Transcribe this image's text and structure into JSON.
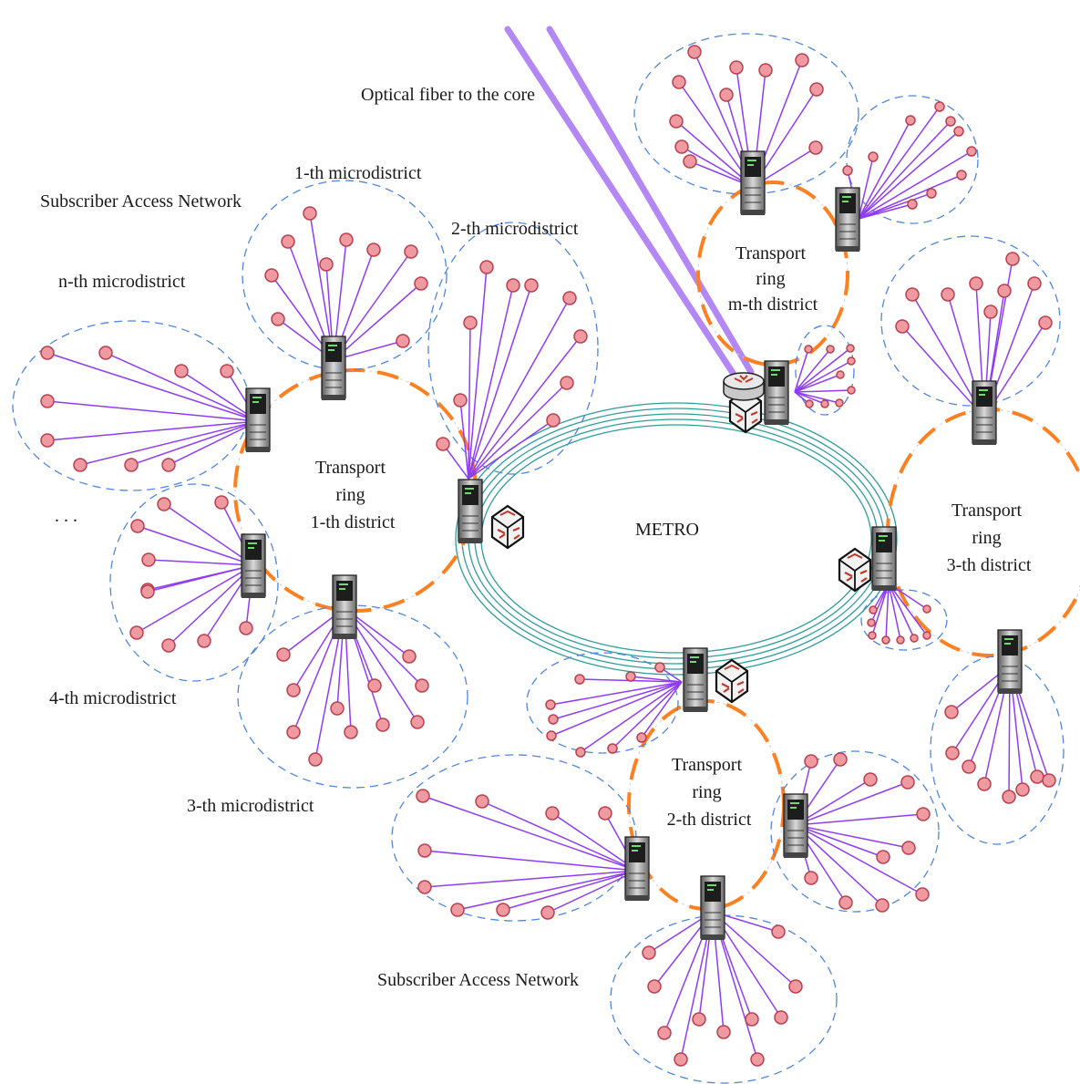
{
  "labels": {
    "fiber": "Optical fiber to the core",
    "metro": "METRO",
    "san_top": "Subscriber Access Network",
    "san_bottom": "Subscriber Access Network",
    "micro_1": "1-th microdistrict",
    "micro_2": "2-th microdistrict",
    "micro_n": "n-th microdistrict",
    "micro_4": "4-th microdistrict",
    "micro_3": "3-th microdistrict",
    "ellipsis": ". . .",
    "ring1": [
      "Transport",
      "ring",
      "1-th district"
    ],
    "ring2": [
      "Transport",
      "ring",
      "2-th district"
    ],
    "ring3": [
      "Transport",
      "ring",
      "3-th district"
    ],
    "ringm": [
      "Transport",
      "ring",
      "m-th district"
    ]
  },
  "colors": {
    "transport_ring": "#ff8020",
    "microdistrict_boundary": "#4f86e0",
    "subscriber_line": "#8f3df2",
    "subscriber_node": "#ef9aa0",
    "metro_ring": "#2f9c9b",
    "optical_fiber": "#b488f4"
  },
  "icons": {
    "server": "server-icon",
    "switch": "switch-icon",
    "router": "router-icon"
  }
}
